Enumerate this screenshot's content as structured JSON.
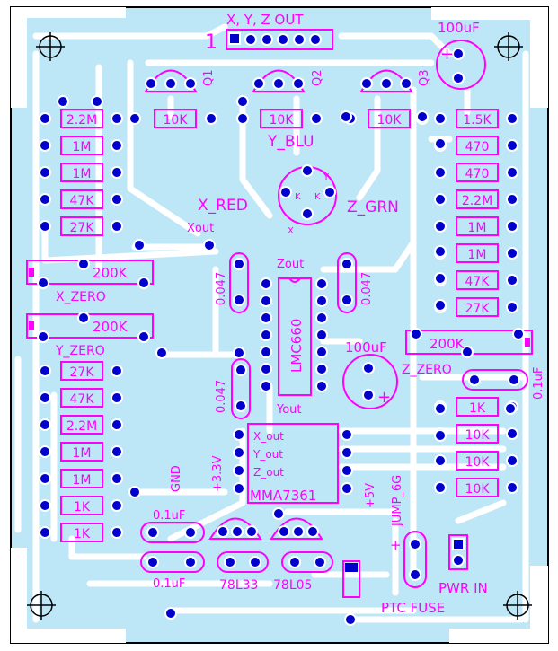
{
  "labels": {
    "header": "X, Y, Z  OUT",
    "pin1": "1",
    "cap_top": "100uF",
    "q1": "Q1",
    "q2": "Q2",
    "q3": "Q3",
    "y_blu": "Y_BLU",
    "x_red": "X_RED",
    "z_grn": "Z_GRN",
    "xout": "Xout",
    "zout": "Zout",
    "yout": "Yout",
    "x_zero": "X_ZERO",
    "y_zero": "Y_ZERO",
    "z_zero": "Z_ZERO",
    "cap_mid": "100uF",
    "lmc": "LMC660",
    "mma": "MMA7361",
    "mma_x": "X_out",
    "mma_y": "Y_out",
    "mma_z": "Z_out",
    "gnd": "GND",
    "v33": "+3.3V",
    "v5": "+5V",
    "jump": "JUMP_6G",
    "c047a": "0.047",
    "c047b": "0.047",
    "c047c": "0.047",
    "c01a": "0.1uF",
    "c01b": "0.1uF",
    "c01c": "0.1uF",
    "reg1": "78L33",
    "reg2": "78L05",
    "pwr": "PWR  IN",
    "ptc": "PTC  FUSE",
    "led_k1": "K",
    "led_k2": "K",
    "led_y": "Y",
    "led_x": "X"
  },
  "resistors_left": [
    "2.2M",
    "1M",
    "1M",
    "47K",
    "27K"
  ],
  "resistors_left_bottom": [
    "27K",
    "47K",
    "2.2M",
    "1M",
    "1M",
    "1K",
    "1K"
  ],
  "resistors_right": [
    "1.5K",
    "470",
    "470",
    "2.2M",
    "1M",
    "1M",
    "47K",
    "27K"
  ],
  "resistors_right_bottom": [
    "1K",
    "10K",
    "10K",
    "10K"
  ],
  "resistors_top": [
    "10K",
    "10K",
    "10K"
  ],
  "trimmers": [
    "200K",
    "200K",
    "200K"
  ],
  "colors": {
    "board": "#bde6f7",
    "copper": "#ffffff",
    "pad": "#0000cc",
    "silk": "#ff00ff",
    "outline": "#000000"
  }
}
